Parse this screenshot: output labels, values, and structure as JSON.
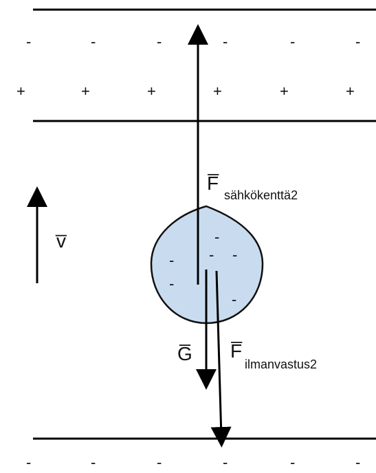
{
  "diagram": {
    "plate_top_charges": [
      "-",
      "-",
      "-",
      "-",
      "-",
      "-"
    ],
    "plate_mid_charges": [
      "+",
      "+",
      "+",
      "+",
      "+",
      "+"
    ],
    "plate_bottom_charges": [
      "-",
      "-",
      "-",
      "-",
      "-",
      "-"
    ],
    "drop_charges": [
      "-",
      "-",
      "-",
      "-",
      "-",
      "-"
    ],
    "labels": {
      "velocity": "v̅",
      "force_electric_main": "F̅",
      "force_electric_sub": "sähkökenttä2",
      "gravity": "G̅",
      "force_air_main": "F̅",
      "force_air_sub": "ilmanvastus2"
    },
    "colors": {
      "line": "#000000",
      "drop_fill": "#c9dcef",
      "text": "#111111"
    }
  }
}
